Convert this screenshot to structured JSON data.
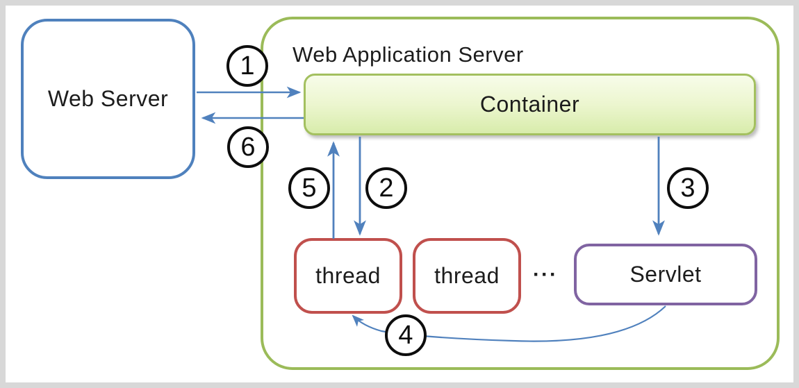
{
  "diagram": {
    "title": "Web Application Server",
    "nodes": {
      "web_server": "Web Server",
      "container": "Container",
      "thread_1": "thread",
      "thread_2": "thread",
      "more_threads": "···",
      "servlet": "Servlet"
    },
    "steps": [
      "1",
      "2",
      "3",
      "4",
      "5",
      "6"
    ],
    "flows": [
      {
        "step": "1",
        "from": "web_server",
        "to": "container"
      },
      {
        "step": "2",
        "from": "container",
        "to": "thread_1"
      },
      {
        "step": "3",
        "from": "container",
        "to": "servlet"
      },
      {
        "step": "4",
        "from": "servlet",
        "to": "thread_1"
      },
      {
        "step": "5",
        "from": "thread_1",
        "to": "container"
      },
      {
        "step": "6",
        "from": "container",
        "to": "web_server"
      }
    ],
    "colors": {
      "web_server_border": "#4f81bd",
      "was_border": "#9bbb59",
      "container_border": "#a3c05f",
      "container_fill_top": "#f7fce9",
      "container_fill_bottom": "#d8ecab",
      "thread_border": "#c0504d",
      "servlet_border": "#8064a2",
      "arrow": "#5081bd",
      "step_circle": "#0d0d0d",
      "frame": "#d8d8d8"
    }
  }
}
